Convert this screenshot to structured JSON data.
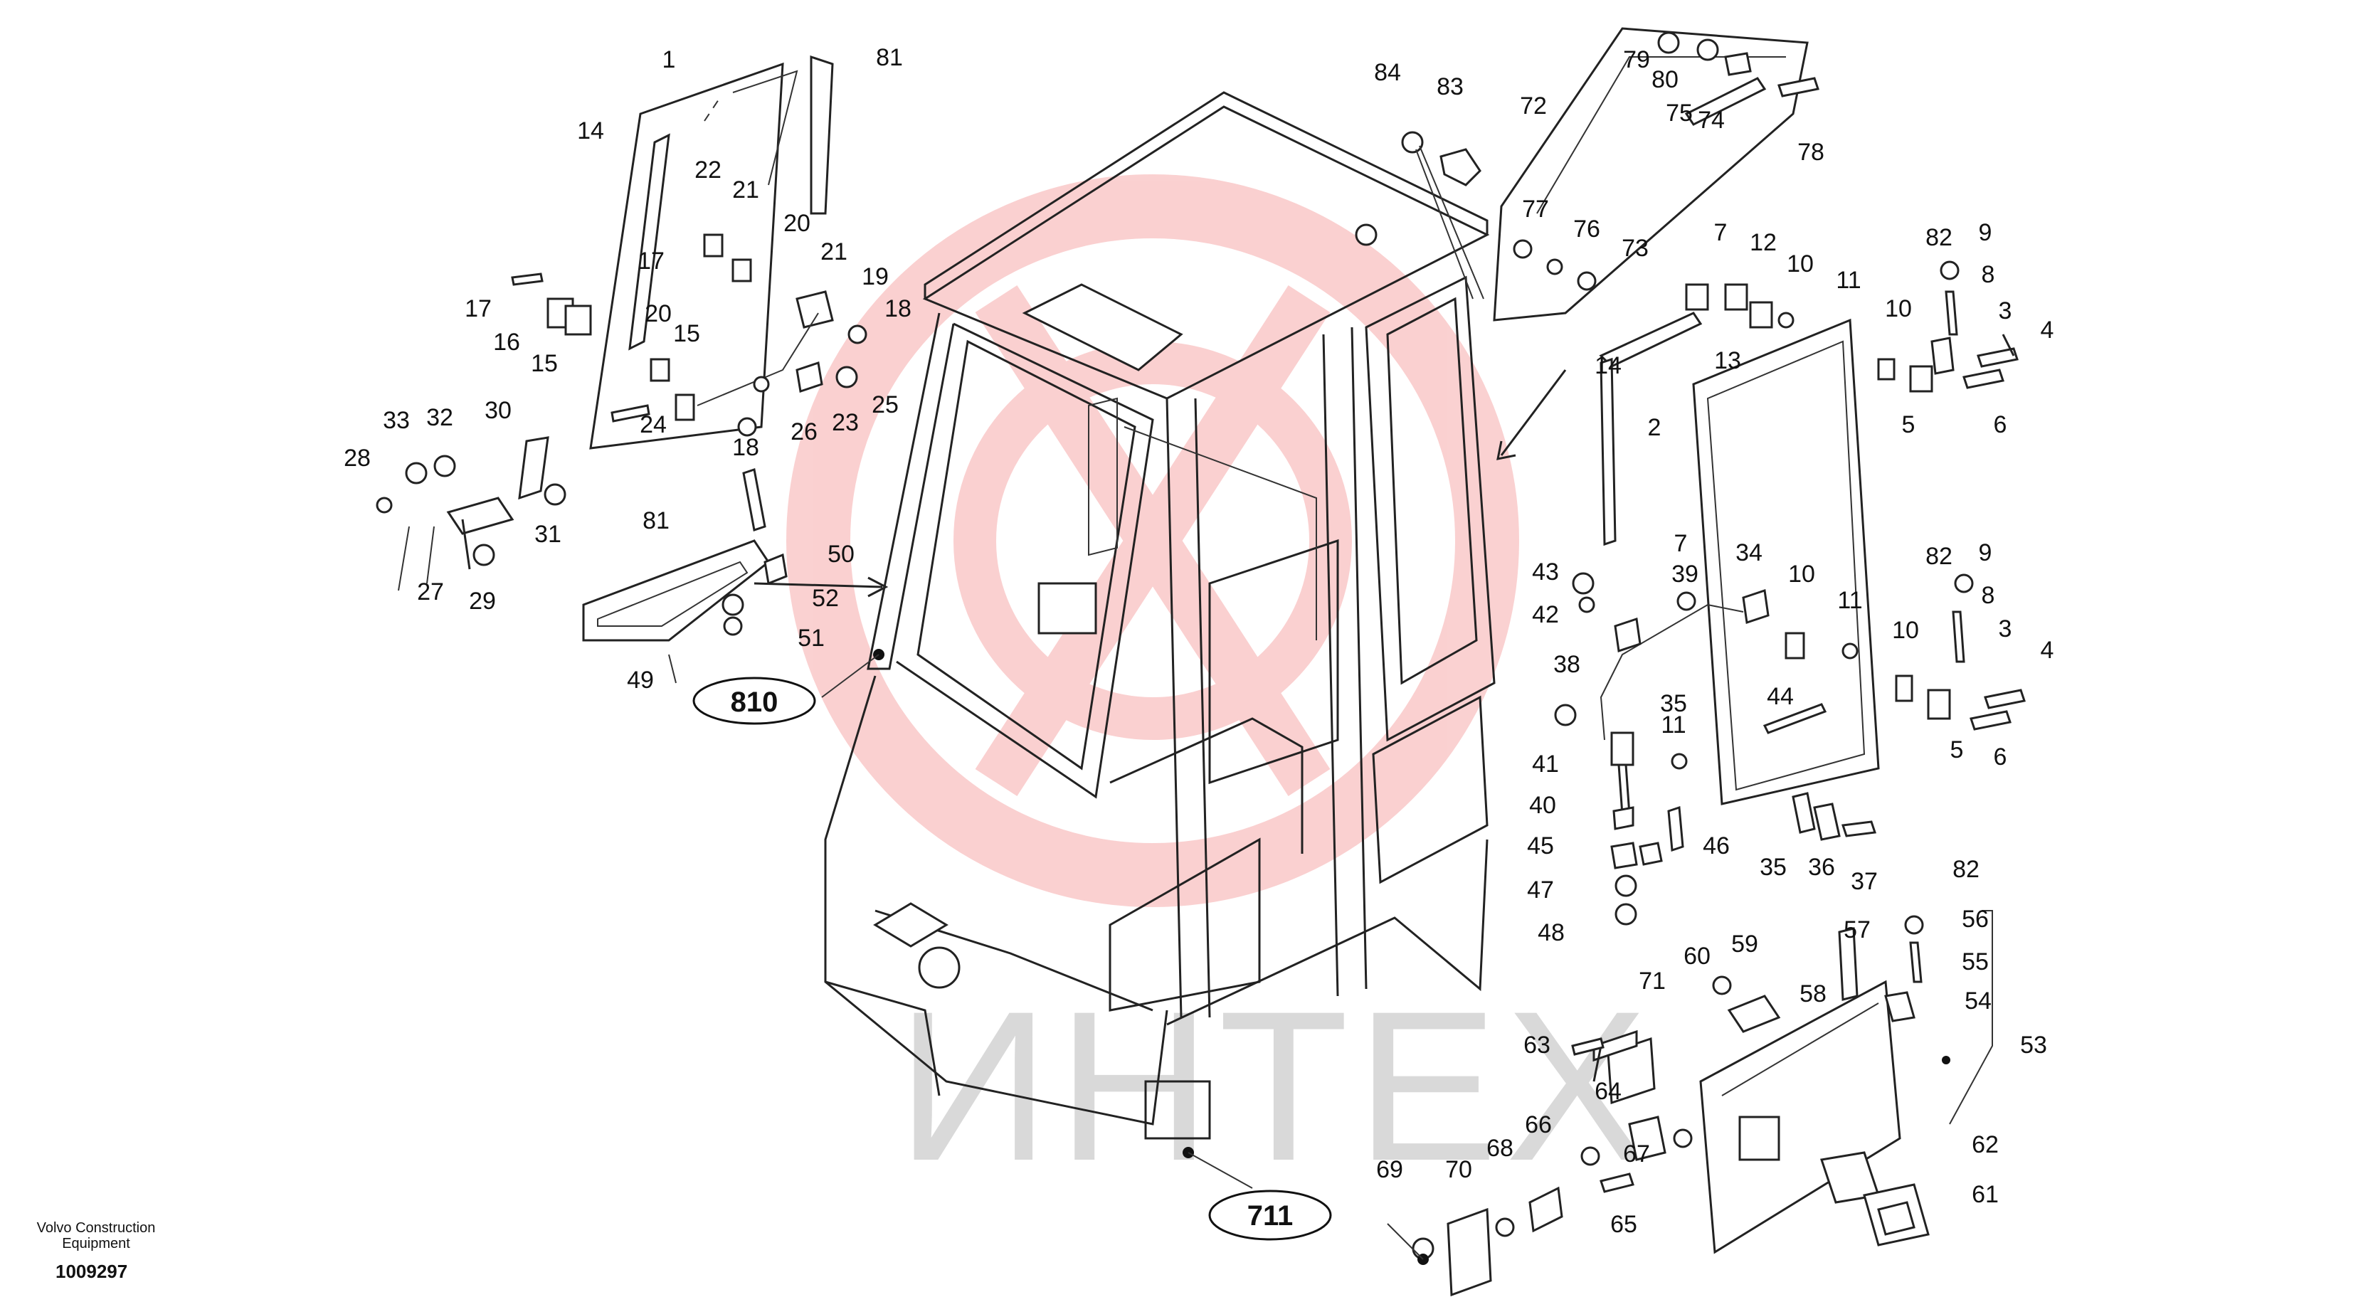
{
  "watermark": {
    "text": "ИНТЕХ",
    "color": "#e60000"
  },
  "footer": {
    "brand_line1": "Volvo Construction",
    "brand_line2": "Equipment",
    "doc_number": "1009297"
  },
  "groups": [
    {
      "id": "g810",
      "label": "810"
    },
    {
      "id": "g711",
      "label": "711"
    }
  ],
  "callouts": [
    "1",
    "81",
    "14",
    "22",
    "21",
    "17",
    "20",
    "21",
    "19",
    "18",
    "17",
    "16",
    "15",
    "20",
    "15",
    "24",
    "26",
    "23",
    "25",
    "18",
    "33",
    "32",
    "30",
    "28",
    "31",
    "27",
    "29",
    "81",
    "50",
    "52",
    "51",
    "49",
    "84",
    "83",
    "72",
    "79",
    "80",
    "75",
    "74",
    "78",
    "77",
    "76",
    "73",
    "7",
    "12",
    "10",
    "11",
    "82",
    "9",
    "8",
    "3",
    "4",
    "13",
    "14",
    "2",
    "10",
    "5",
    "6",
    "43",
    "42",
    "39",
    "7",
    "34",
    "10",
    "11",
    "82",
    "9",
    "8",
    "3",
    "4",
    "38",
    "35",
    "11",
    "44",
    "10",
    "5",
    "6",
    "41",
    "40",
    "46",
    "45",
    "47",
    "48",
    "35",
    "36",
    "37",
    "82",
    "56",
    "55",
    "54",
    "57",
    "59",
    "60",
    "58",
    "71",
    "63",
    "53",
    "64",
    "66",
    "67",
    "62",
    "61",
    "65",
    "68",
    "70",
    "69"
  ]
}
